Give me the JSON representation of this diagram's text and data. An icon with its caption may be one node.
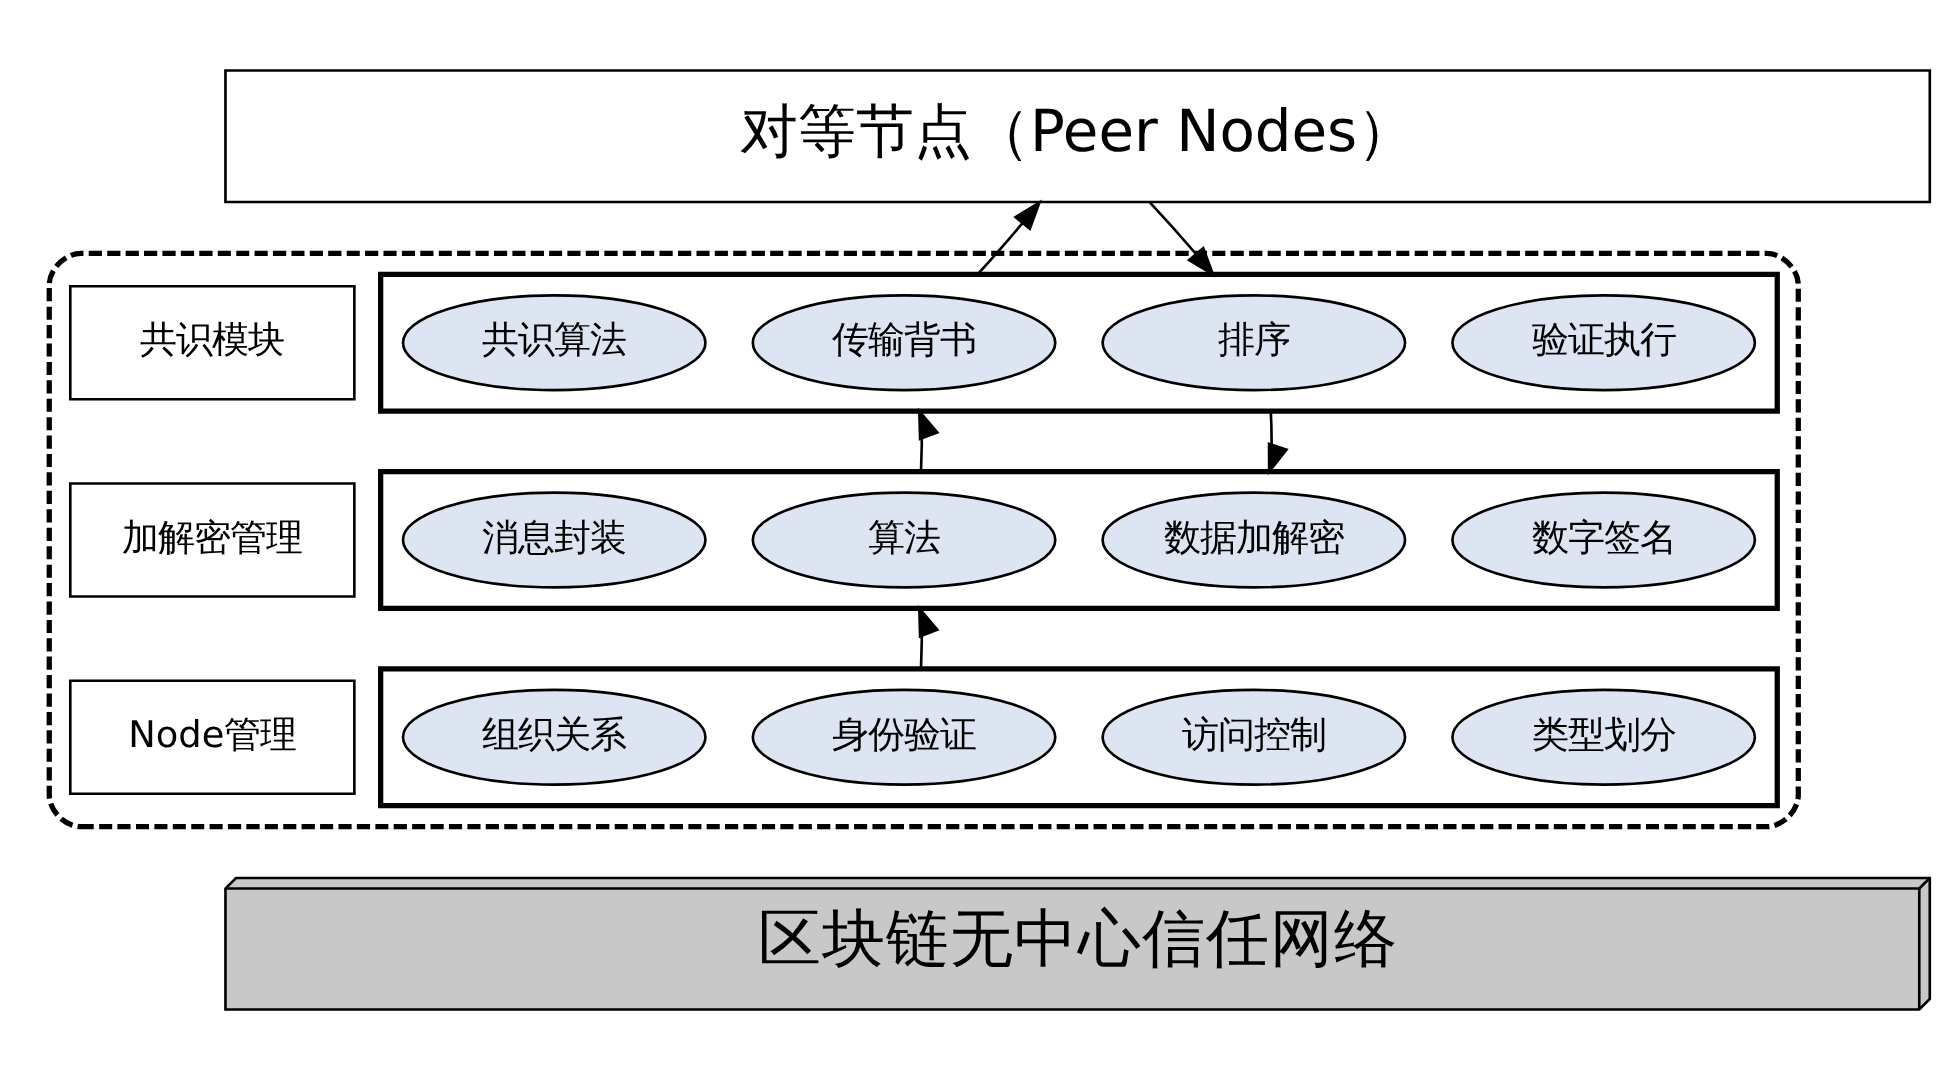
{
  "diagram": {
    "nodes": [
      {
        "text": [
          "对等节点（Peer Nodes）"
        ]
      },
      {
        "text": [],
        "shape": "box"
      },
      {
        "text": [
          "共识模块"
        ],
        "in": 1
      },
      {
        "text": [],
        "shape": "box",
        "in": 1
      },
      {
        "text": [
          "共识算法"
        ],
        "in": 3
      },
      {
        "text": [
          "传输背书"
        ],
        "in": 3
      },
      {
        "text": [
          "排序"
        ],
        "in": 3
      },
      {
        "text": [
          "验证执行"
        ],
        "in": 3
      },
      {
        "text": [
          "加解密管理"
        ],
        "in": 1
      },
      {
        "text": [],
        "shape": "box",
        "in": 1
      },
      {
        "text": [
          "消息封装"
        ],
        "in": 9
      },
      {
        "text": [
          "算法"
        ],
        "in": 9
      },
      {
        "text": [
          "数据加解密"
        ],
        "in": 9
      },
      {
        "text": [
          "数字签名"
        ],
        "in": 9
      },
      {
        "text": [
          "Node管理"
        ],
        "in": 1
      },
      {
        "text": [],
        "shape": "box",
        "in": 1
      },
      {
        "text": [
          "组织关系"
        ],
        "in": 15
      },
      {
        "text": [
          "身份验证"
        ],
        "in": 15
      },
      {
        "text": [
          "访问控制"
        ],
        "in": 15
      },
      {
        "text": [
          "类型划分"
        ],
        "in": 15
      },
      {
        "text": [
          "区块链无中心信任网络"
        ]
      }
    ],
    "edges": [
      {
        "from": 3,
        "to": 0,
        "arrow": "to"
      },
      {
        "from": 0,
        "to": 3,
        "arrow": "to"
      },
      {
        "from": 9,
        "to": 3,
        "arrow": "to"
      },
      {
        "from": 3,
        "to": 9,
        "arrow": "to"
      },
      {
        "from": 15,
        "to": 9,
        "arrow": "to"
      }
    ]
  }
}
